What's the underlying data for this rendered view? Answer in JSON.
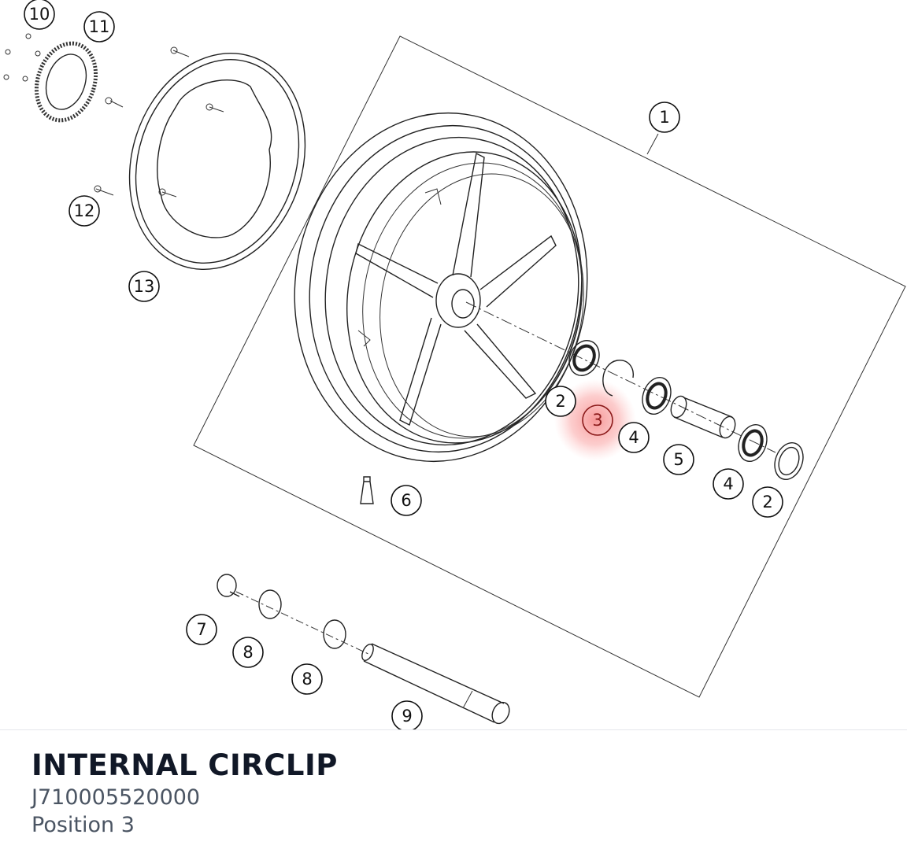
{
  "diagram": {
    "callouts": [
      "1",
      "2",
      "3",
      "4",
      "5",
      "4",
      "2",
      "6",
      "7",
      "8",
      "8",
      "9",
      "10",
      "11",
      "12",
      "13"
    ],
    "selected_position": "3",
    "highlight_color": "#f87171"
  },
  "part": {
    "title": "INTERNAL CIRCLIP",
    "number": "J710005520000",
    "position": "Position 3"
  }
}
